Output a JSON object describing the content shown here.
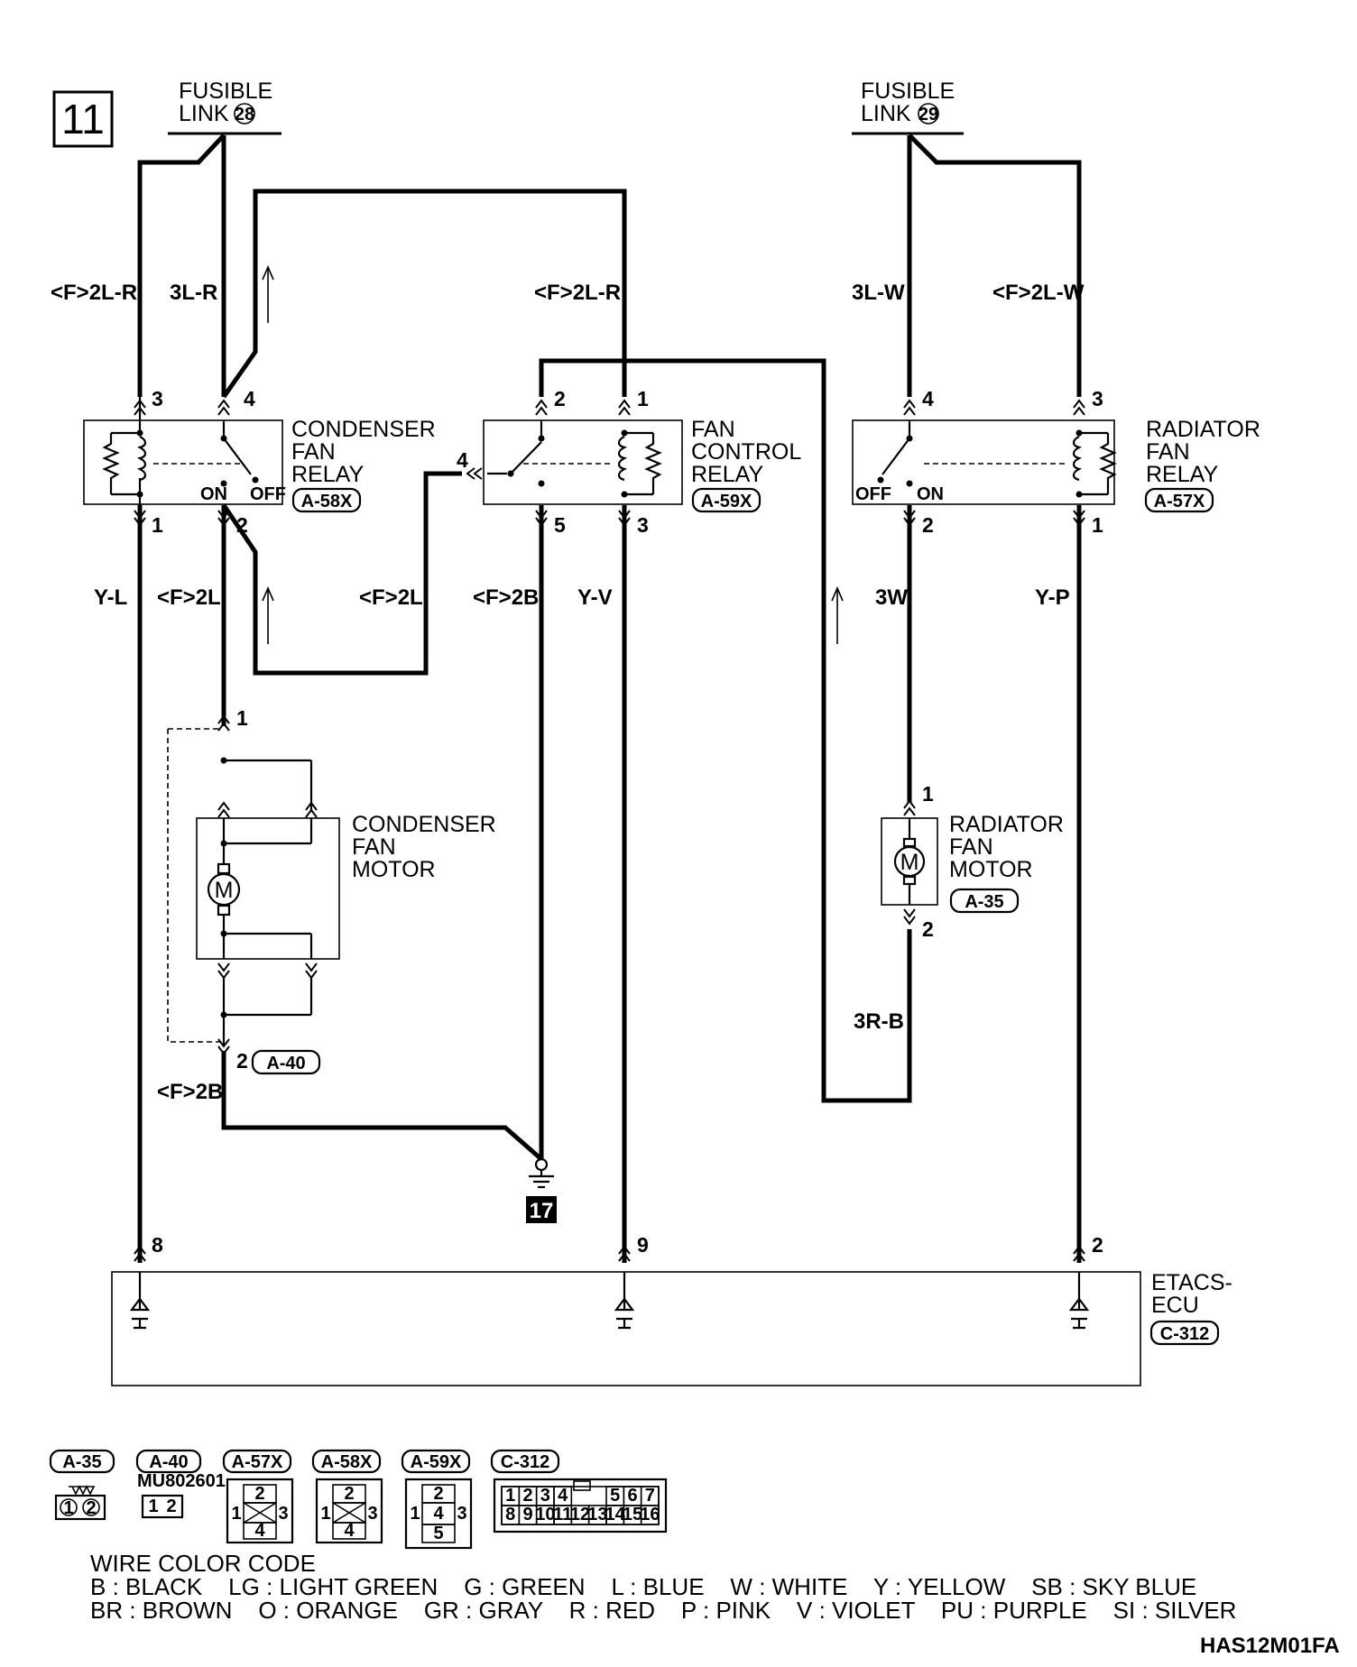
{
  "page_number": "11",
  "fusible_links": [
    {
      "line1": "FUSIBLE",
      "line2": "LINK",
      "number": "28"
    },
    {
      "line1": "FUSIBLE",
      "line2": "LINK",
      "number": "29"
    }
  ],
  "wires": {
    "f2lr_left": "<F>2L-R",
    "l3r": "3L-R",
    "f2lr_mid": "<F>2L-R",
    "l3w": "3L-W",
    "f2lw": "<F>2L-W",
    "yl": "Y-L",
    "f2l_a": "<F>2L",
    "f2l_b": "<F>2L",
    "f2b_a": "<F>2B",
    "yv": "Y-V",
    "w3": "3W",
    "yp": "Y-P",
    "f2b_b": "<F>2B",
    "r3b": "3R-B"
  },
  "relays": {
    "condenser": {
      "lines": [
        "CONDENSER",
        "FAN",
        "RELAY"
      ],
      "code": "A-58X",
      "on": "ON",
      "off": "OFF"
    },
    "control": {
      "lines": [
        "FAN",
        "CONTROL",
        "RELAY"
      ],
      "code": "A-59X"
    },
    "radiator": {
      "lines": [
        "RADIATOR",
        "FAN",
        "RELAY"
      ],
      "code": "A-57X",
      "on": "ON",
      "off": "OFF"
    }
  },
  "motors": {
    "condenser": {
      "lines": [
        "CONDENSER",
        "FAN",
        "MOTOR"
      ],
      "code": "A-40",
      "symbol": "M"
    },
    "radiator": {
      "lines": [
        "RADIATOR",
        "FAN",
        "MOTOR"
      ],
      "code": "A-35",
      "symbol": "M"
    }
  },
  "pins": {
    "cr3": "3",
    "cr4": "4",
    "cr1": "1",
    "cr2": "2",
    "fc2": "2",
    "fc1": "1",
    "fc4": "4",
    "fc5": "5",
    "fc3": "3",
    "rr4": "4",
    "rr3": "3",
    "rr2": "2",
    "rr1": "1",
    "cm1": "1",
    "cm2": "2",
    "rm1": "1",
    "rm2": "2",
    "e8": "8",
    "e9": "9",
    "e2": "2"
  },
  "ground": "17",
  "ecu": {
    "line1": "ETACS-",
    "line2": "ECU",
    "code": "C-312"
  },
  "connectors": {
    "labels": [
      "A-35",
      "A-40",
      "A-57X",
      "A-58X",
      "A-59X",
      "C-312"
    ],
    "part_number": "MU802601",
    "c312_top": [
      "1",
      "2",
      "3",
      "4",
      "5",
      "6",
      "7"
    ],
    "c312_bottom": [
      "8",
      "9",
      "10",
      "11",
      "12",
      "13",
      "14",
      "15",
      "16"
    ],
    "relay_pins": [
      "1",
      "2",
      "3",
      "4",
      "5"
    ],
    "two_pin": [
      "1",
      "2"
    ]
  },
  "wire_color_code": {
    "title": "WIRE COLOR CODE",
    "line1": "B : BLACK    LG : LIGHT GREEN    G : GREEN    L : BLUE    W : WHITE    Y : YELLOW    SB : SKY BLUE",
    "line2": "BR : BROWN    O : ORANGE    GR : GRAY    R : RED    P : PINK    V : VIOLET    PU : PURPLE    SI : SILVER"
  },
  "drawing_code": "HAS12M01FA"
}
